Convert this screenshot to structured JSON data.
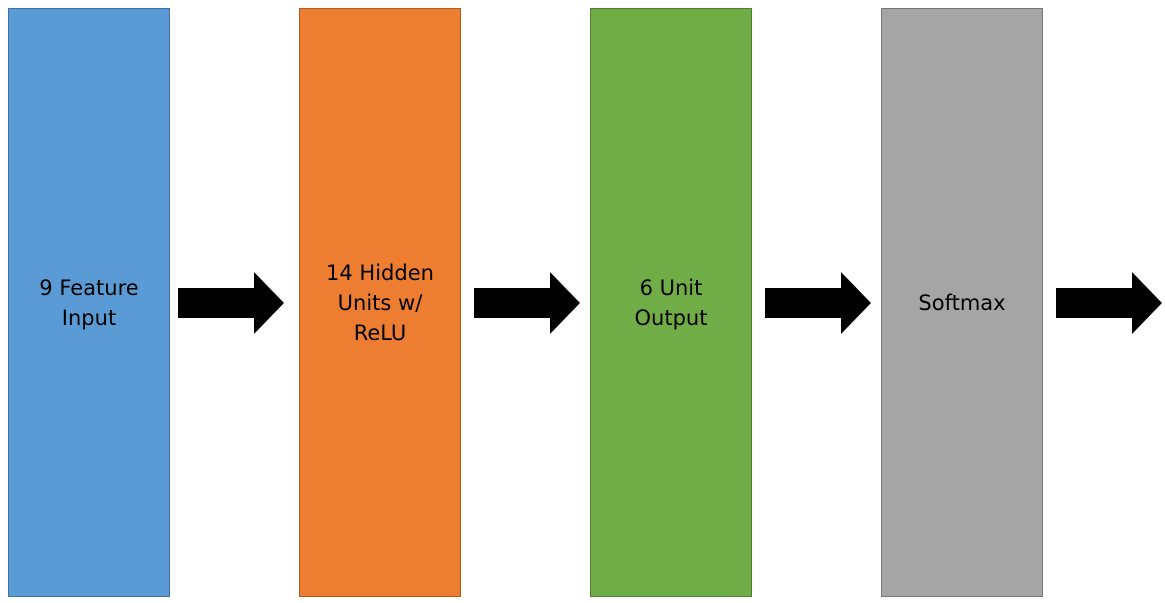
{
  "diagram": {
    "blocks": [
      {
        "label": "9 Feature\nInput",
        "fill": "#5b9bd5",
        "border": "#41719c"
      },
      {
        "label": "14 Hidden\nUnits w/\nReLU",
        "fill": "#ed7d31",
        "border": "#ae5a21"
      },
      {
        "label": "6 Unit\nOutput",
        "fill": "#70ad47",
        "border": "#507e32"
      },
      {
        "label": "Softmax",
        "fill": "#a5a5a5",
        "border": "#787878"
      }
    ],
    "arrow_color": "#000000"
  }
}
